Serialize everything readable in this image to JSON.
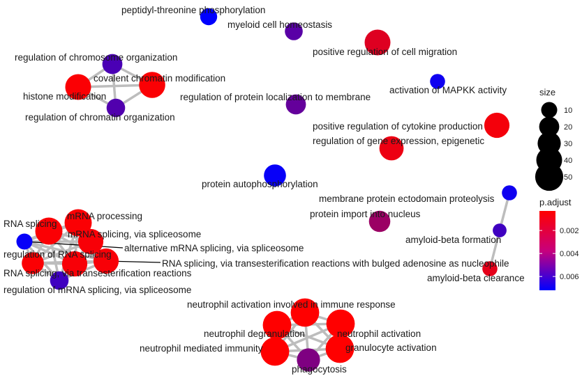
{
  "chart_data": {
    "type": "network",
    "title": "",
    "edge_color": "#bdbdbd",
    "color_scale": {
      "title": "p.adjust",
      "low_color": "#ff0000",
      "high_color": "#0000ff",
      "ticks": [
        "0.002",
        "0.004",
        "0.006"
      ],
      "tick_values": [
        0.002,
        0.004,
        0.006
      ],
      "range": [
        0.0003,
        0.0072
      ]
    },
    "size_scale": {
      "title": "size",
      "ticks": [
        "10",
        "20",
        "30",
        "40",
        "50"
      ],
      "tick_values": [
        10,
        20,
        30,
        40,
        50
      ]
    },
    "nodes": [
      {
        "id": "n1",
        "label": "peptidyl-threonine phosphorylation",
        "size": 12,
        "p_adjust": 0.0072
      },
      {
        "id": "n2",
        "label": "myeloid cell homeostasis",
        "size": 14,
        "p_adjust": 0.0048
      },
      {
        "id": "n3",
        "label": "positive regulation of cell migration",
        "size": 40,
        "p_adjust": 0.0012
      },
      {
        "id": "n4",
        "label": "activation of MAPKK activity",
        "size": 8,
        "p_adjust": 0.0068
      },
      {
        "id": "n5",
        "label": "regulation of chromosome organization",
        "size": 20,
        "p_adjust": 0.0052
      },
      {
        "id": "n6",
        "label": "covalent chromatin modification",
        "size": 42,
        "p_adjust": 0.0004
      },
      {
        "id": "n7",
        "label": "histone modification",
        "size": 40,
        "p_adjust": 0.0004
      },
      {
        "id": "n8",
        "label": "regulation of chromatin organization",
        "size": 16,
        "p_adjust": 0.005
      },
      {
        "id": "n9",
        "label": "regulation of protein localization to membrane",
        "size": 20,
        "p_adjust": 0.0045
      },
      {
        "id": "n10",
        "label": "positive regulation of cytokine production",
        "size": 38,
        "p_adjust": 0.0006
      },
      {
        "id": "n11",
        "label": "regulation of gene expression, epigenetic",
        "size": 34,
        "p_adjust": 0.0008
      },
      {
        "id": "n12",
        "label": "protein autophosphorylation",
        "size": 26,
        "p_adjust": 0.007
      },
      {
        "id": "n13",
        "label": "membrane protein ectodomain proteolysis",
        "size": 8,
        "p_adjust": 0.0068
      },
      {
        "id": "n14",
        "label": "protein import into nucleus",
        "size": 24,
        "p_adjust": 0.003
      },
      {
        "id": "n15",
        "label": "amyloid-beta formation",
        "size": 6,
        "p_adjust": 0.0055
      },
      {
        "id": "n16",
        "label": "amyloid-beta clearance",
        "size": 8,
        "p_adjust": 0.001
      },
      {
        "id": "n17",
        "label": "mRNA processing",
        "size": 46,
        "p_adjust": 0.0004
      },
      {
        "id": "n18",
        "label": "RNA splicing",
        "size": 46,
        "p_adjust": 0.0004
      },
      {
        "id": "n19",
        "label": "mRNA splicing, via spliceosome",
        "size": 38,
        "p_adjust": 0.0005
      },
      {
        "id": "n20",
        "label": "alternative mRNA splicing, via spliceosome",
        "size": 10,
        "p_adjust": 0.007
      },
      {
        "id": "n21",
        "label": "regulation of RNA splicing",
        "size": 26,
        "p_adjust": 0.0004
      },
      {
        "id": "n22",
        "label": "RNA splicing, via transesterification reactions with bulged adenosine as nucleophile",
        "size": 38,
        "p_adjust": 0.0005
      },
      {
        "id": "n23",
        "label": "RNA splicing, via transesterification reactions",
        "size": 38,
        "p_adjust": 0.0005
      },
      {
        "id": "n24",
        "label": "regulation of mRNA splicing, via spliceosome",
        "size": 16,
        "p_adjust": 0.0055
      },
      {
        "id": "n25",
        "label": "neutrophil activation involved in immune response",
        "size": 52,
        "p_adjust": 0.0003
      },
      {
        "id": "n26",
        "label": "neutrophil degranulation",
        "size": 52,
        "p_adjust": 0.0003
      },
      {
        "id": "n27",
        "label": "neutrophil activation",
        "size": 52,
        "p_adjust": 0.0003
      },
      {
        "id": "n28",
        "label": "neutrophil mediated immunity",
        "size": 52,
        "p_adjust": 0.0003
      },
      {
        "id": "n29",
        "label": "granulocyte activation",
        "size": 52,
        "p_adjust": 0.0003
      },
      {
        "id": "n30",
        "label": "phagocytosis",
        "size": 30,
        "p_adjust": 0.0038
      }
    ],
    "edges": [
      [
        "n5",
        "n6"
      ],
      [
        "n5",
        "n7"
      ],
      [
        "n5",
        "n8"
      ],
      [
        "n6",
        "n7"
      ],
      [
        "n6",
        "n8"
      ],
      [
        "n7",
        "n8"
      ],
      [
        "n13",
        "n15"
      ],
      [
        "n15",
        "n16"
      ],
      [
        "n17",
        "n18"
      ],
      [
        "n17",
        "n19"
      ],
      [
        "n17",
        "n20"
      ],
      [
        "n17",
        "n21"
      ],
      [
        "n17",
        "n22"
      ],
      [
        "n17",
        "n23"
      ],
      [
        "n17",
        "n24"
      ],
      [
        "n18",
        "n19"
      ],
      [
        "n18",
        "n20"
      ],
      [
        "n18",
        "n21"
      ],
      [
        "n18",
        "n22"
      ],
      [
        "n18",
        "n23"
      ],
      [
        "n18",
        "n24"
      ],
      [
        "n19",
        "n20"
      ],
      [
        "n19",
        "n21"
      ],
      [
        "n19",
        "n22"
      ],
      [
        "n19",
        "n23"
      ],
      [
        "n19",
        "n24"
      ],
      [
        "n20",
        "n21"
      ],
      [
        "n20",
        "n22"
      ],
      [
        "n20",
        "n23"
      ],
      [
        "n20",
        "n24"
      ],
      [
        "n21",
        "n22"
      ],
      [
        "n21",
        "n23"
      ],
      [
        "n21",
        "n24"
      ],
      [
        "n22",
        "n23"
      ],
      [
        "n22",
        "n24"
      ],
      [
        "n23",
        "n24"
      ],
      [
        "n25",
        "n26"
      ],
      [
        "n25",
        "n27"
      ],
      [
        "n25",
        "n28"
      ],
      [
        "n25",
        "n29"
      ],
      [
        "n25",
        "n30"
      ],
      [
        "n26",
        "n27"
      ],
      [
        "n26",
        "n28"
      ],
      [
        "n26",
        "n29"
      ],
      [
        "n26",
        "n30"
      ],
      [
        "n27",
        "n28"
      ],
      [
        "n27",
        "n29"
      ],
      [
        "n27",
        "n30"
      ],
      [
        "n28",
        "n29"
      ],
      [
        "n28",
        "n30"
      ],
      [
        "n29",
        "n30"
      ]
    ]
  }
}
